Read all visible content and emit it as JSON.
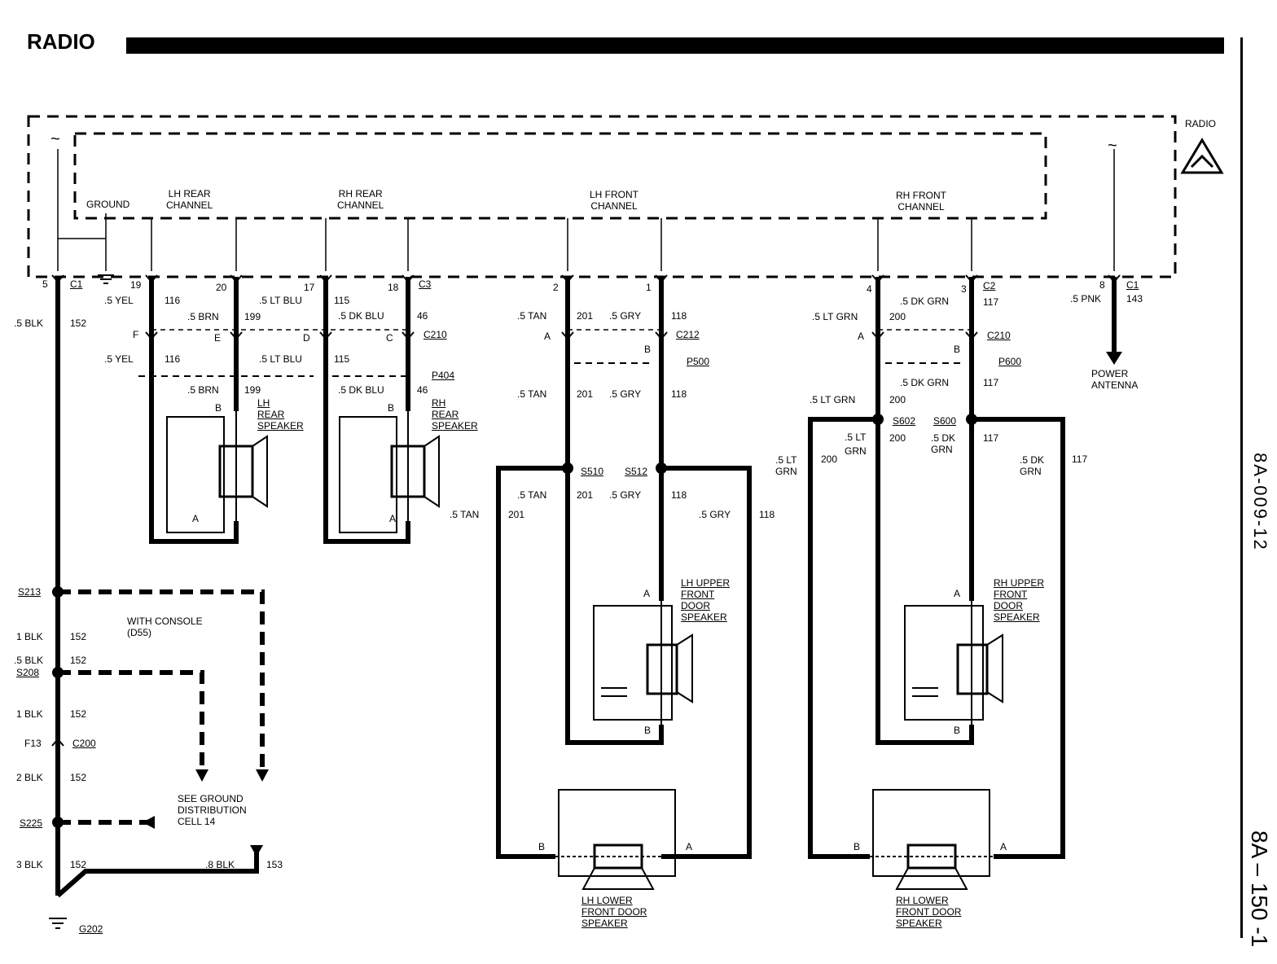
{
  "page": {
    "title": "RADIO",
    "ref_code": "8A-009-12",
    "page_code": "8A – 150 -1"
  },
  "radio": {
    "label": "RADIO",
    "ground": "GROUND"
  },
  "channels": {
    "lh_rear": "LH REAR\nCHANNEL",
    "rh_rear": "RH REAR\nCHANNEL",
    "lh_front": "LH FRONT\nCHANNEL",
    "rh_front": "RH FRONT\nCHANNEL"
  },
  "connectors": {
    "c1": "C1",
    "c3": "C3",
    "c2": "C2",
    "c1b": "C1",
    "c210": "C210",
    "c212": "C212",
    "c210b": "C210",
    "p404": "P404",
    "p500": "P500",
    "p600": "P600",
    "c200": "C200"
  },
  "pins": {
    "p5": "5",
    "p19": "19",
    "p20": "20",
    "p17": "17",
    "p18": "18",
    "p2": "2",
    "p1": "1",
    "p4": "4",
    "p3": "3",
    "p8": "8",
    "F": "F",
    "E": "E",
    "D": "D",
    "C": "C",
    "A": "A",
    "B": "B",
    "F13": "F13"
  },
  "wires": {
    "blk05": ".5 BLK",
    "n152": "152",
    "yel": ".5 YEL",
    "n116": "116",
    "brn": ".5 BRN",
    "n199": "199",
    "ltblu": ".5 LT BLU",
    "n115": "115",
    "dkblu": ".5 DK BLU",
    "n46": "46",
    "tan": ".5 TAN",
    "n201": "201",
    "gry": ".5 GRY",
    "n118": "118",
    "ltgrn": ".5 LT GRN",
    "n200": "200",
    "dkgrn": ".5 DK GRN",
    "n117": "117",
    "pnk": ".5 PNK",
    "n143": "143",
    "ltgrn_a": ".5 LT",
    "grn": "GRN",
    "ltgrn_b": ".5 LT\nGRN",
    "dkgrn_a": ".5 DK\nGRN",
    "blk1": "1 BLK",
    "blk05b": ".5 BLK",
    "blk2": "2 BLK",
    "blk3": "3 BLK",
    "blk08": ".8 BLK",
    "n153": "153"
  },
  "splices": {
    "s213": "S213",
    "s208": "S208",
    "s225": "S225",
    "g202": "G202",
    "s510": "S510",
    "s512": "S512",
    "s602": "S602",
    "s600": "S600"
  },
  "components": {
    "lh_rear": "LH\nREAR\nSPEAKER",
    "rh_rear": "RH\nREAR\nSPEAKER",
    "lh_upper": "LH UPPER\nFRONT\nDOOR\nSPEAKER",
    "rh_upper": "RH UPPER\nFRONT\nDOOR\nSPEAKER",
    "lh_lower": "LH LOWER\nFRONT DOOR\nSPEAKER",
    "rh_lower": "RH LOWER\nFRONT DOOR\nSPEAKER",
    "power_antenna": "POWER\nANTENNA"
  },
  "notes": {
    "console": "WITH CONSOLE\n(D55)",
    "ground_ref": "SEE GROUND\nDISTRIBUTION\nCELL 14"
  }
}
